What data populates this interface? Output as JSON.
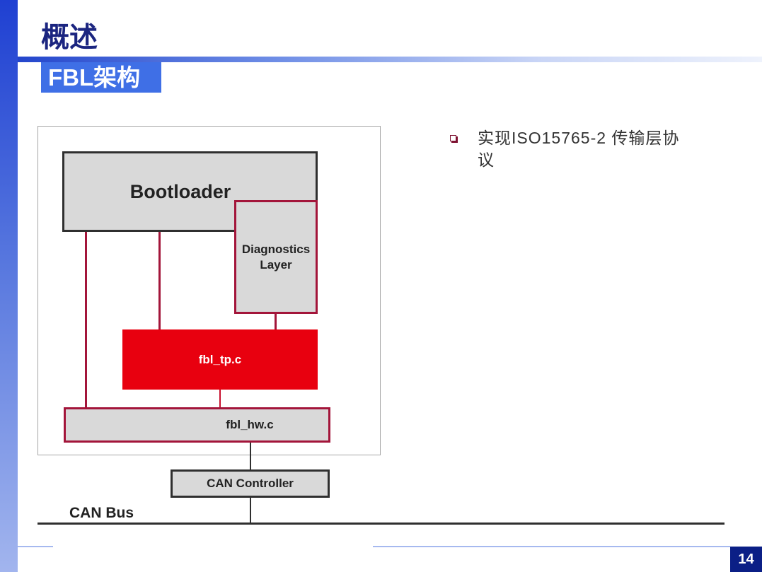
{
  "slide": {
    "title": "概述",
    "section_label": "FBL架构",
    "page_number": "14"
  },
  "diagram": {
    "bootloader_label": "Bootloader",
    "diagnostics_label": "Diagnostics Layer",
    "fbl_tp_label": "fbl_tp.c",
    "fbl_hw_label": "fbl_hw.c",
    "can_controller_label": "CAN Controller",
    "can_bus_label": "CAN Bus"
  },
  "bullets": [
    {
      "icon": "square-bullet-icon",
      "text": "实现ISO15765-2 传输层协议"
    }
  ],
  "colors": {
    "brand_blue": "#3f6fe6",
    "navy": "#1b2580",
    "page_number_bg": "#0b1f86",
    "module_red": "#e8000f",
    "connector_maroon": "#a3153a",
    "box_gray": "#d9d9d9",
    "outline_dark": "#2f2f2f"
  }
}
